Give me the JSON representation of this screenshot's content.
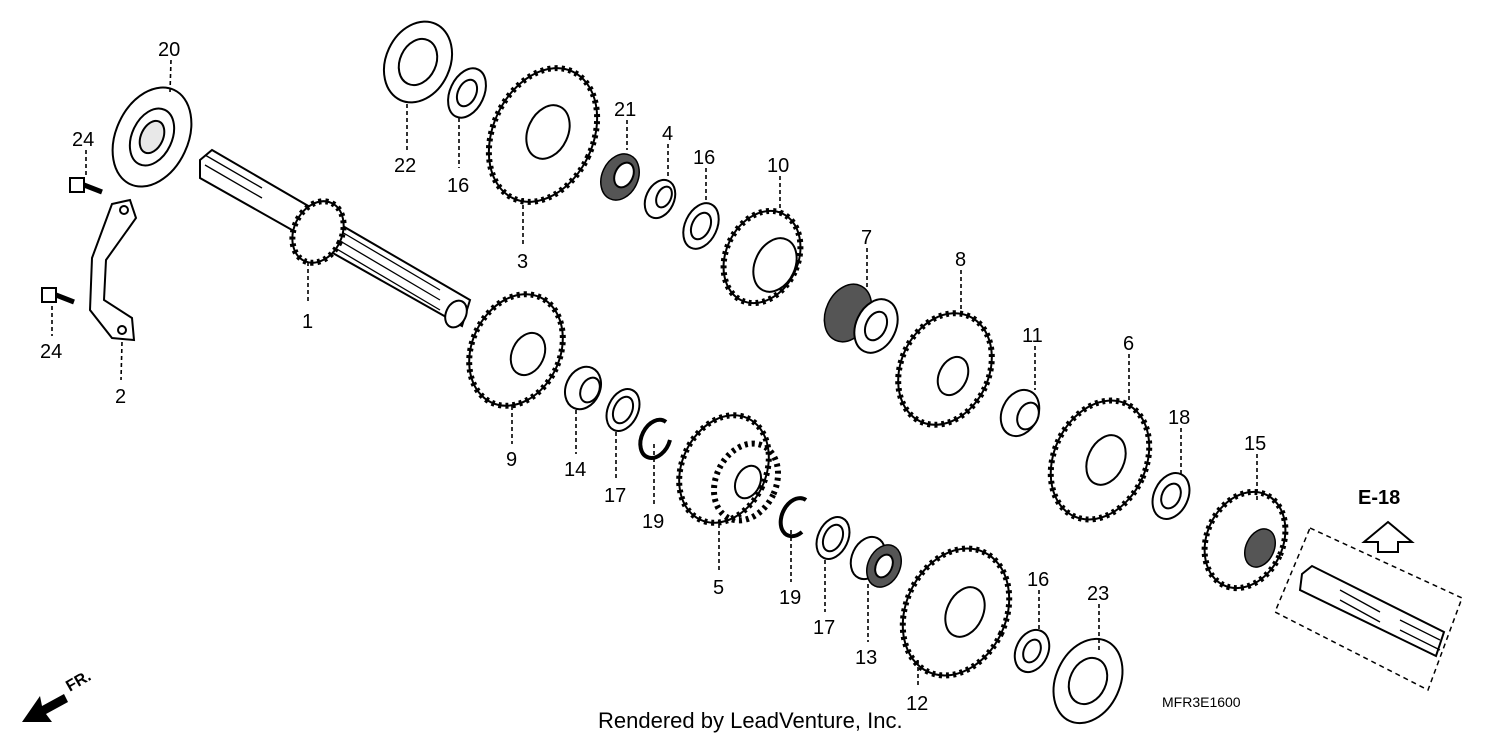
{
  "callouts": [
    {
      "id": "20",
      "label": "20"
    },
    {
      "id": "24a",
      "label": "24"
    },
    {
      "id": "24b",
      "label": "24"
    },
    {
      "id": "2",
      "label": "2"
    },
    {
      "id": "1",
      "label": "1"
    },
    {
      "id": "22",
      "label": "22"
    },
    {
      "id": "16a",
      "label": "16"
    },
    {
      "id": "3",
      "label": "3"
    },
    {
      "id": "21",
      "label": "21"
    },
    {
      "id": "4",
      "label": "4"
    },
    {
      "id": "16b",
      "label": "16"
    },
    {
      "id": "10",
      "label": "10"
    },
    {
      "id": "7",
      "label": "7"
    },
    {
      "id": "8",
      "label": "8"
    },
    {
      "id": "11",
      "label": "11"
    },
    {
      "id": "6",
      "label": "6"
    },
    {
      "id": "18",
      "label": "18"
    },
    {
      "id": "15",
      "label": "15"
    },
    {
      "id": "9",
      "label": "9"
    },
    {
      "id": "14",
      "label": "14"
    },
    {
      "id": "17a",
      "label": "17"
    },
    {
      "id": "19a",
      "label": "19"
    },
    {
      "id": "5",
      "label": "5"
    },
    {
      "id": "19b",
      "label": "19"
    },
    {
      "id": "17b",
      "label": "17"
    },
    {
      "id": "13",
      "label": "13"
    },
    {
      "id": "12",
      "label": "12"
    },
    {
      "id": "16c",
      "label": "16"
    },
    {
      "id": "23",
      "label": "23"
    }
  ],
  "reference_label": "E-18",
  "direction_label": "FR.",
  "drawing_code": "MFR3E1600",
  "caption": "Rendered by LeadVenture, Inc."
}
